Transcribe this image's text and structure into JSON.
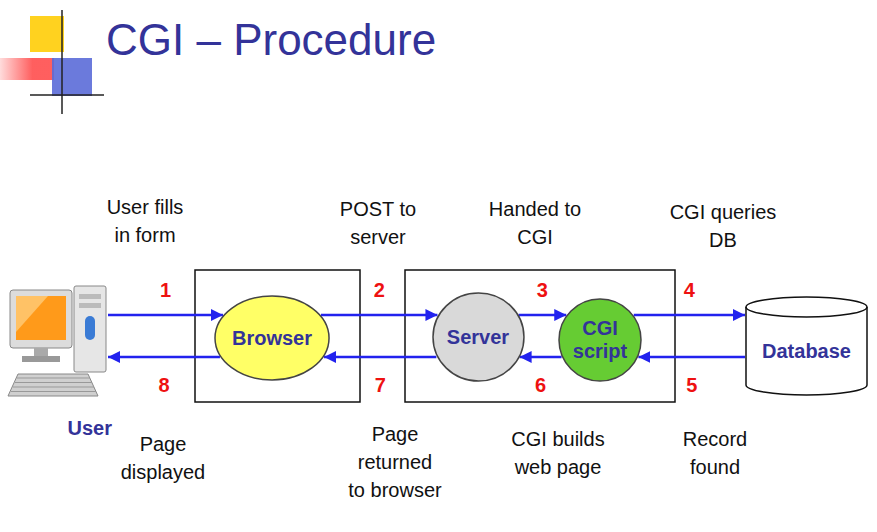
{
  "diagram": {
    "title": "CGI – Procedure",
    "nodes": [
      {
        "text": [
          "User"
        ]
      },
      {
        "text": [
          "Browser"
        ]
      },
      {
        "text": [
          "Server"
        ]
      },
      {
        "text": [
          "CGI script"
        ]
      },
      {
        "text": [
          "Database"
        ]
      }
    ],
    "edges": [
      {
        "from": 0,
        "to": 1,
        "label": "1",
        "arrow": "to"
      },
      {
        "from": 1,
        "to": 2,
        "label": "2",
        "arrow": "to"
      },
      {
        "from": 2,
        "to": 3,
        "label": "3",
        "arrow": "to"
      },
      {
        "from": 3,
        "to": 4,
        "label": "4",
        "arrow": "to"
      },
      {
        "from": 4,
        "to": 3,
        "label": "5",
        "arrow": "to"
      },
      {
        "from": 3,
        "to": 2,
        "label": "6",
        "arrow": "to"
      },
      {
        "from": 2,
        "to": 1,
        "label": "7",
        "arrow": "to"
      },
      {
        "from": 1,
        "to": 0,
        "label": "8",
        "arrow": "to"
      }
    ],
    "labels": [
      "User fills in form",
      "POST to server",
      "Handed to CGI",
      "CGI queries DB",
      "Page displayed",
      "Page returned to browser",
      "CGI builds web page",
      "Record found"
    ]
  }
}
